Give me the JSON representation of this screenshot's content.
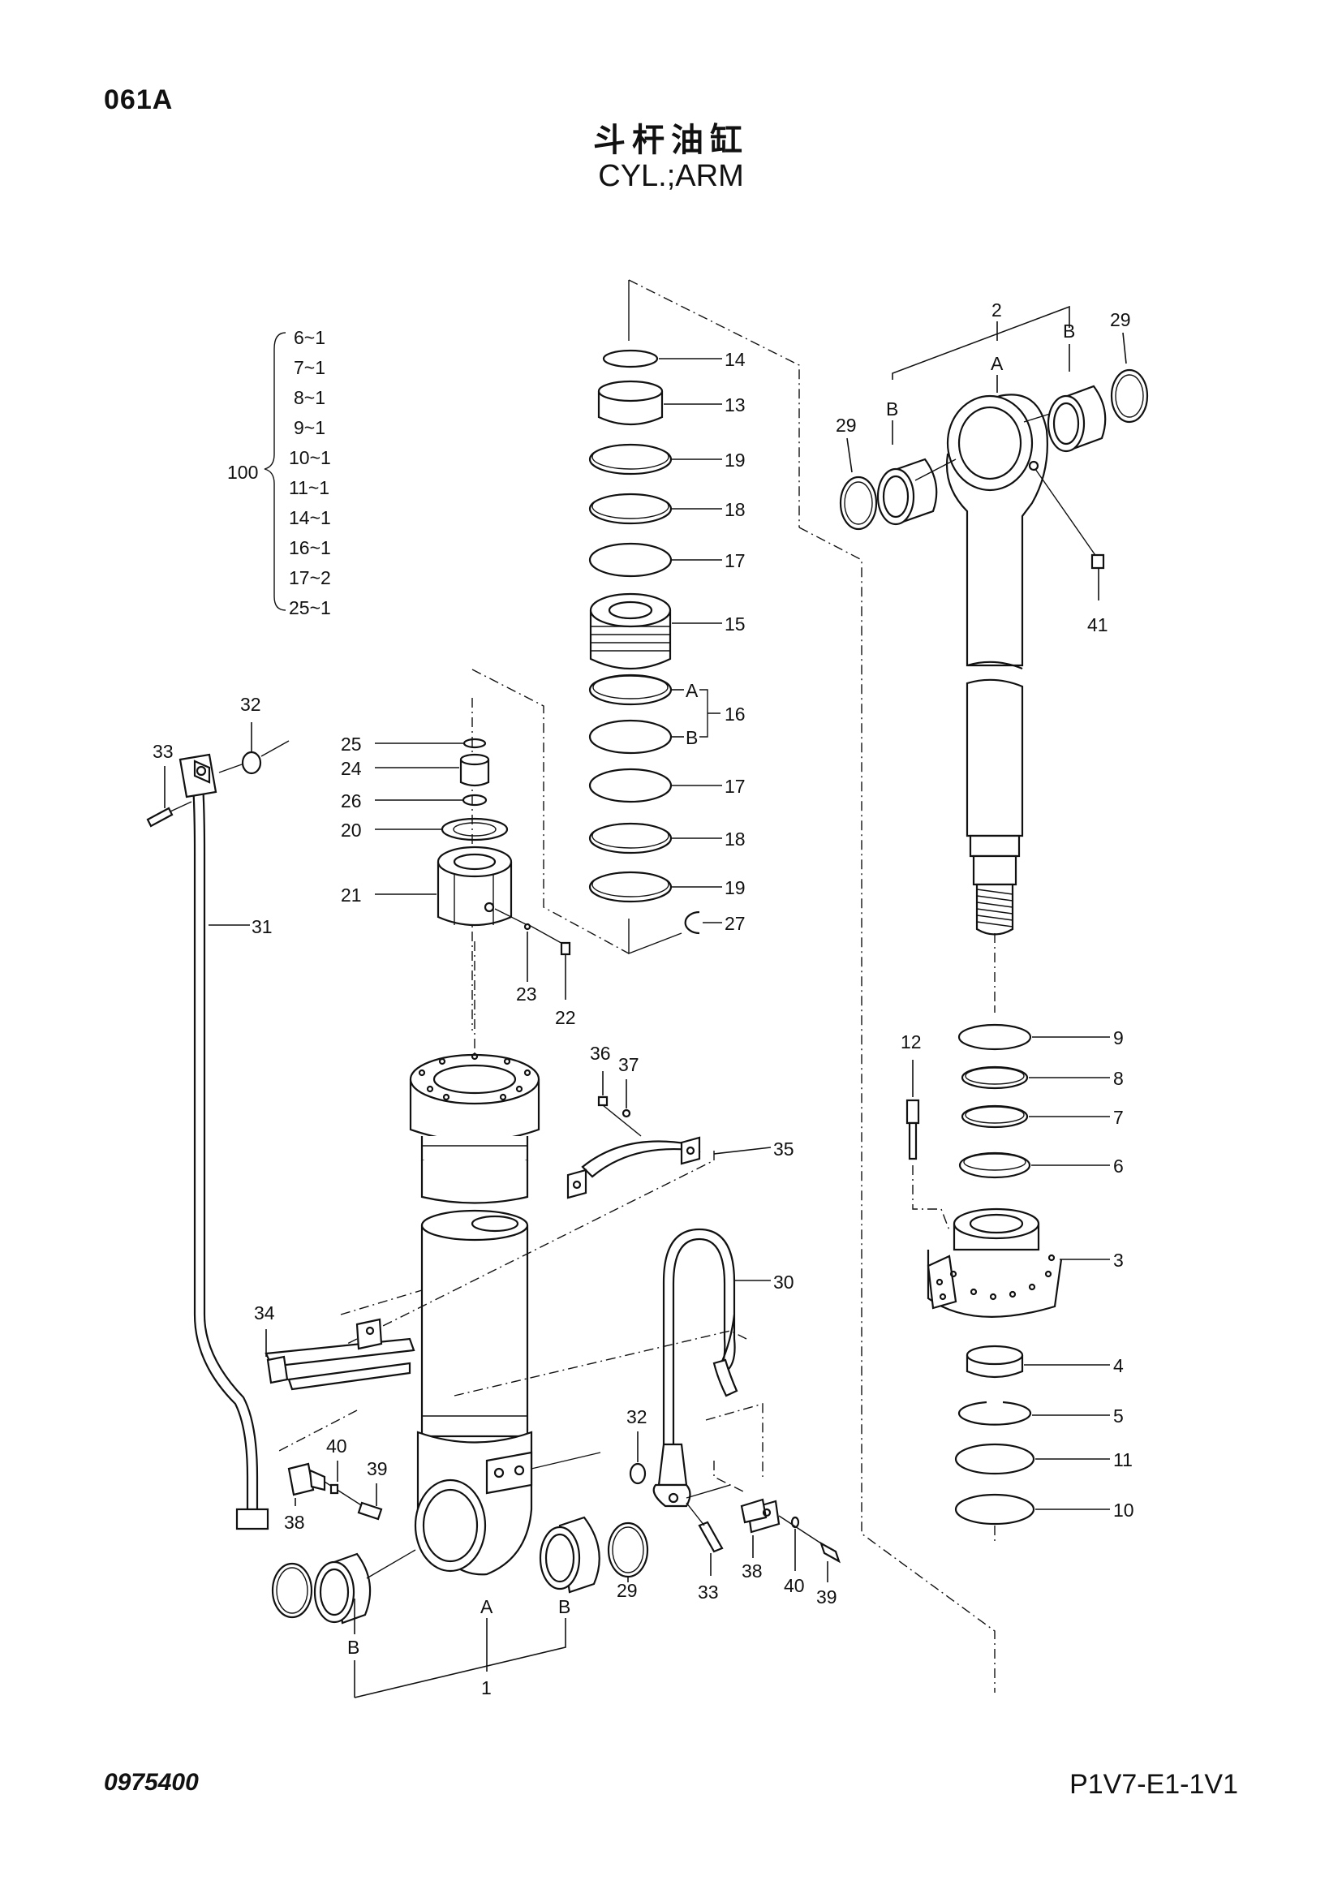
{
  "header": {
    "page_code": "061A",
    "title_cn": "斗杆油缸",
    "title_en": "CYL.;ARM"
  },
  "footer": {
    "doc_number": "0975400",
    "sheet_code": "P1V7-E1-1V1"
  },
  "kit": {
    "number": "100",
    "items": [
      "6~1",
      "7~1",
      "8~1",
      "9~1",
      "10~1",
      "11~1",
      "14~1",
      "16~1",
      "17~2",
      "25~1"
    ]
  },
  "callouts": {
    "p1": "1",
    "p2": "2",
    "p3": "3",
    "p4": "4",
    "p5": "5",
    "p6": "6",
    "p7": "7",
    "p8": "8",
    "p9": "9",
    "p10": "10",
    "p11": "11",
    "p12": "12",
    "p13": "13",
    "p14": "14",
    "p15": "15",
    "p16": "16",
    "p17a": "17",
    "p17b": "17",
    "p18a": "18",
    "p18b": "18",
    "p19a": "19",
    "p19b": "19",
    "p20": "20",
    "p21": "21",
    "p22": "22",
    "p23": "23",
    "p24": "24",
    "p25": "25",
    "p26": "26",
    "p27": "27",
    "p29a": "29",
    "p29b": "29",
    "p29c": "29",
    "p30": "30",
    "p31": "31",
    "p32a": "32",
    "p32b": "32",
    "p33a": "33",
    "p33b": "33",
    "p34": "34",
    "p35": "35",
    "p36": "36",
    "p37": "37",
    "p38a": "38",
    "p38b": "38",
    "p39a": "39",
    "p39b": "39",
    "p40a": "40",
    "p40b": "40",
    "p41": "41"
  },
  "sub_labels": {
    "rodA": "A",
    "rodB1": "B",
    "rodB2": "B",
    "ring16A": "A",
    "ring16B": "B",
    "tubeA": "A",
    "tubeB1": "B",
    "tubeB2": "B"
  }
}
